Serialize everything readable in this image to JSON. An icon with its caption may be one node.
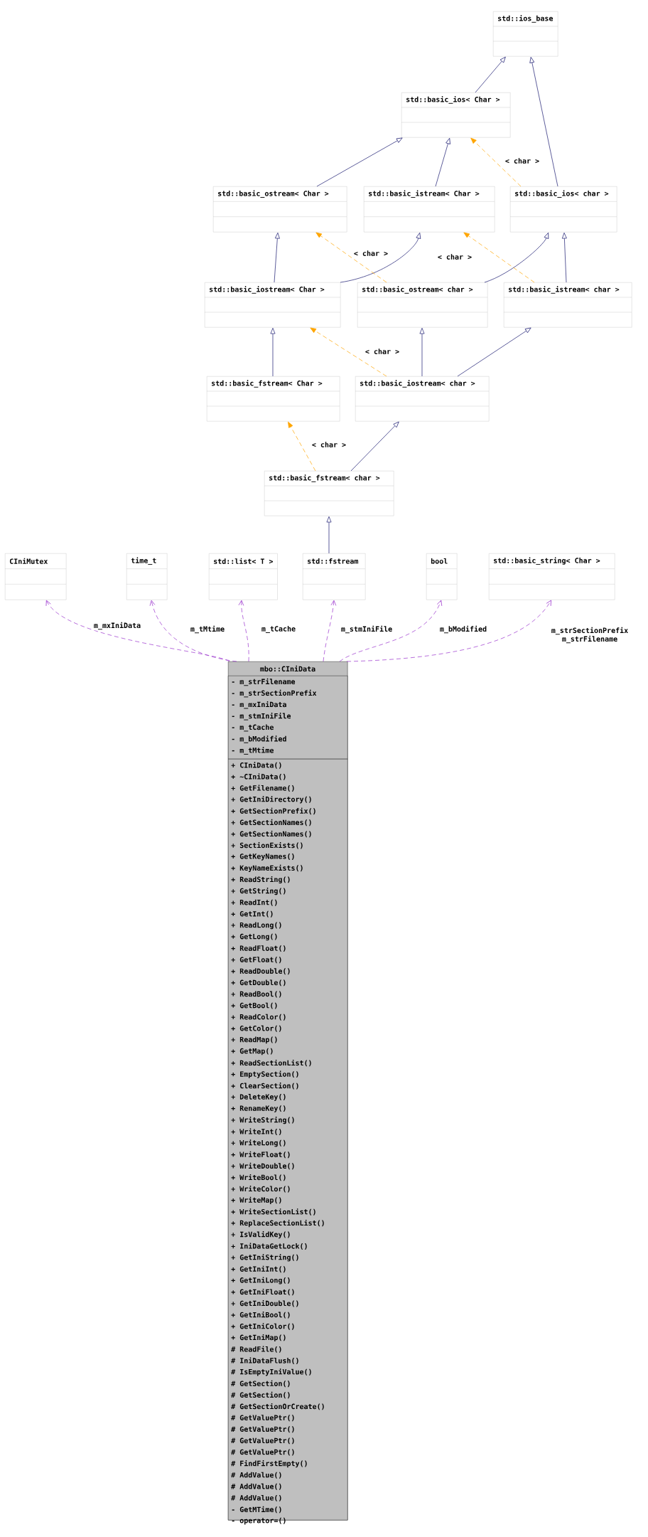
{
  "diagram": {
    "nodes": [
      {
        "text": [
          "std::ios_base"
        ]
      },
      {
        "text": [
          "std::basic_ios< Char >"
        ]
      },
      {
        "text": [
          "std::basic_ostream< Char >"
        ]
      },
      {
        "text": [
          "std::basic_istream< Char >"
        ]
      },
      {
        "text": [
          "std::basic_ios< char >"
        ]
      },
      {
        "text": [
          "std::basic_iostream< Char >"
        ]
      },
      {
        "text": [
          "std::basic_ostream< char >"
        ]
      },
      {
        "text": [
          "std::basic_istream< char >"
        ]
      },
      {
        "text": [
          "std::basic_fstream< Char >"
        ]
      },
      {
        "text": [
          "std::basic_iostream< char >"
        ]
      },
      {
        "text": [
          "std::basic_fstream< char >"
        ]
      },
      {
        "text": [
          "CIniMutex"
        ]
      },
      {
        "text": [
          "time_t"
        ]
      },
      {
        "text": [
          "std::list< T >"
        ]
      },
      {
        "text": [
          "std::fstream"
        ]
      },
      {
        "text": [
          "bool"
        ]
      },
      {
        "text": [
          "std::basic_string< Char >"
        ]
      },
      {
        "text": [
          "mbo::CIniData"
        ]
      },
      {
        "text": [
          "- m_strFilename",
          "- m_strSectionPrefix",
          "- m_mxIniData",
          "- m_stmIniFile",
          "- m_tCache",
          "- m_bModified",
          "- m_tMtime"
        ],
        "in": 17
      },
      {
        "text": [
          "+ CIniData()",
          "+ ~CIniData()",
          "+ GetFilename()",
          "+ GetIniDirectory()",
          "+ GetSectionPrefix()",
          "+ GetSectionNames()",
          "+ GetSectionNames()",
          "+ SectionExists()",
          "+ GetKeyNames()",
          "+ KeyNameExists()",
          "+ ReadString()",
          "+ GetString()",
          "+ ReadInt()",
          "+ GetInt()",
          "+ ReadLong()",
          "+ GetLong()",
          "+ ReadFloat()",
          "+ GetFloat()",
          "+ ReadDouble()",
          "+ GetDouble()",
          "+ ReadBool()",
          "+ GetBool()",
          "+ ReadColor()",
          "+ GetColor()",
          "+ ReadMap()",
          "+ GetMap()",
          "+ ReadSectionList()",
          "+ EmptySection()",
          "+ ClearSection()",
          "+ DeleteKey()",
          "+ RenameKey()",
          "+ WriteString()",
          "+ WriteInt()",
          "+ WriteLong()",
          "+ WriteFloat()",
          "+ WriteDouble()",
          "+ WriteBool()",
          "+ WriteColor()",
          "+ WriteMap()",
          "+ WriteSectionList()",
          "+ ReplaceSectionList()",
          "+ IsValidKey()",
          "+ IniDataGetLock()",
          "+ GetIniString()",
          "+ GetIniInt()",
          "+ GetIniLong()",
          "+ GetIniFloat()",
          "+ GetIniDouble()",
          "+ GetIniBool()",
          "+ GetIniColor()",
          "+ GetIniMap()",
          "# ReadFile()",
          "# IniDataFlush()",
          "# IsEmptyIniValue()",
          "# GetSection()",
          "# GetSection()",
          "# GetSectionOrCreate()",
          "# GetValuePtr()",
          "# GetValuePtr()",
          "# GetValuePtr()",
          "# GetValuePtr()",
          "# FindFirstEmpty()",
          "# AddValue()",
          "# AddValue()",
          "# AddValue()",
          "- GetMTime()",
          "- operator=()"
        ],
        "in": 17
      }
    ],
    "edges": [
      {
        "from": 1,
        "to": 0,
        "arrow": "to"
      },
      {
        "from": 4,
        "to": 0,
        "arrow": "to"
      },
      {
        "from": 2,
        "to": 1,
        "arrow": "to"
      },
      {
        "from": 3,
        "to": 1,
        "arrow": "to"
      },
      {
        "from": 4,
        "to": 1,
        "arrow": "to",
        "label": "< char >",
        "style": "dashed",
        "color": "#ffa500"
      },
      {
        "from": 5,
        "to": 2,
        "arrow": "to"
      },
      {
        "from": 5,
        "to": 3,
        "arrow": "to"
      },
      {
        "from": 6,
        "to": 2,
        "arrow": "to",
        "label": "< char >",
        "style": "dashed",
        "color": "#ffa500"
      },
      {
        "from": 6,
        "to": 4,
        "arrow": "to"
      },
      {
        "from": 7,
        "to": 3,
        "arrow": "to",
        "label": "< char >",
        "style": "dashed",
        "color": "#ffa500"
      },
      {
        "from": 7,
        "to": 4,
        "arrow": "to"
      },
      {
        "from": 8,
        "to": 5,
        "arrow": "to"
      },
      {
        "from": 9,
        "to": 5,
        "arrow": "to",
        "label": "< char >",
        "style": "dashed",
        "color": "#ffa500"
      },
      {
        "from": 9,
        "to": 6,
        "arrow": "to"
      },
      {
        "from": 9,
        "to": 7,
        "arrow": "to"
      },
      {
        "from": 10,
        "to": 8,
        "arrow": "to",
        "label": "< char >",
        "style": "dashed",
        "color": "#ffa500"
      },
      {
        "from": 10,
        "to": 9,
        "arrow": "to"
      },
      {
        "from": 14,
        "to": 10,
        "arrow": "to"
      },
      {
        "from": 17,
        "to": 11,
        "arrow": "to",
        "label": "m_mxIniData",
        "style": "dashed",
        "color": "#9a32cd"
      },
      {
        "from": 17,
        "to": 12,
        "arrow": "to",
        "label": "m_tMtime",
        "style": "dashed",
        "color": "#9a32cd"
      },
      {
        "from": 17,
        "to": 13,
        "arrow": "to",
        "label": "m_tCache",
        "style": "dashed",
        "color": "#9a32cd"
      },
      {
        "from": 17,
        "to": 14,
        "arrow": "to",
        "label": "m_stmIniFile",
        "style": "dashed",
        "color": "#9a32cd"
      },
      {
        "from": 17,
        "to": 15,
        "arrow": "to",
        "label": "m_bModified",
        "style": "dashed",
        "color": "#9a32cd"
      },
      {
        "from": 17,
        "to": 16,
        "arrow": "to",
        "label": "m_strSectionPrefix m_strFilename",
        "style": "dashed",
        "color": "#9a32cd"
      }
    ]
  }
}
